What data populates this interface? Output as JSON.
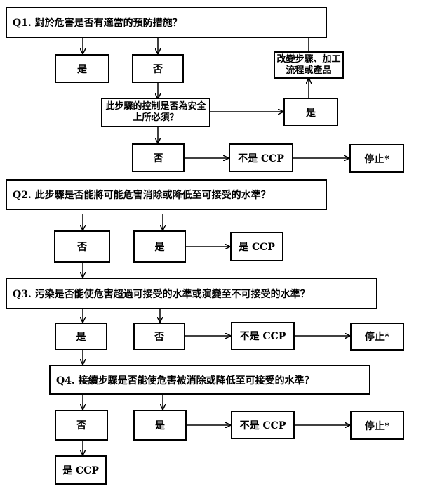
{
  "q1": {
    "text": "Q1.  對於危害是否有適當的預防措施？",
    "yes": "是",
    "no": "否"
  },
  "change_step": "改變步驟、加工流程或產品",
  "control_question": "此步驟的控制是否為安全上所必須？",
  "control_yes": "是",
  "control_no": "否",
  "not_ccp_1": "不是 CCP",
  "stop_1": "停止*",
  "q2": {
    "text": "Q2.  此步驟是否能將可能危害消除或降低至可接受的水準？",
    "no": "否",
    "yes": "是"
  },
  "ccp_q2": "是 CCP",
  "q3": {
    "text": "Q3.  污染是否能使危害超過可接受的水準或演變至不可接受的水準？",
    "yes": "是",
    "no": "否"
  },
  "not_ccp_3": "不是 CCP",
  "stop_3": "停止*",
  "q4": {
    "text": "Q4.  接續步驟是否能使危害被消除或降低至可接受的水準？",
    "no": "否",
    "yes": "是"
  },
  "not_ccp_4": "不是 CCP",
  "stop_4": "停止*",
  "ccp_final": "是 CCP"
}
